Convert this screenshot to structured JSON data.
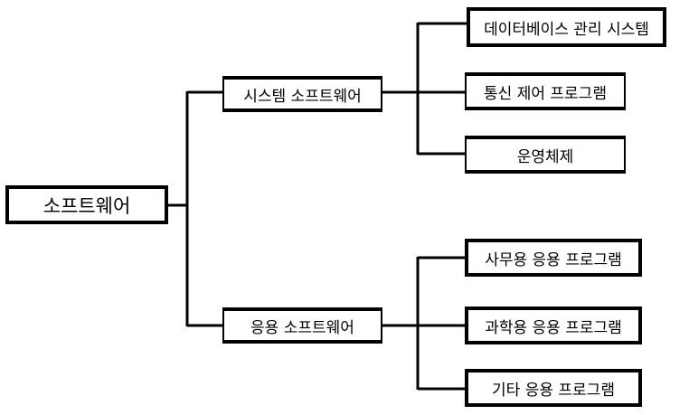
{
  "root": {
    "label": "소프트웨어"
  },
  "branches": [
    {
      "label": "시스템 소프트웨어",
      "children": [
        "데이터베이스 관리 시스템",
        "통신 제어 프로그램",
        "운영체제"
      ]
    },
    {
      "label": "응용 소프트웨어",
      "children": [
        "사무용 응용 프로그램",
        "과학용 응용 프로그램",
        "기타 응용 프로그램"
      ]
    }
  ],
  "colors": {
    "line": "#000000",
    "box_border": "#000000",
    "background": "#ffffff"
  }
}
